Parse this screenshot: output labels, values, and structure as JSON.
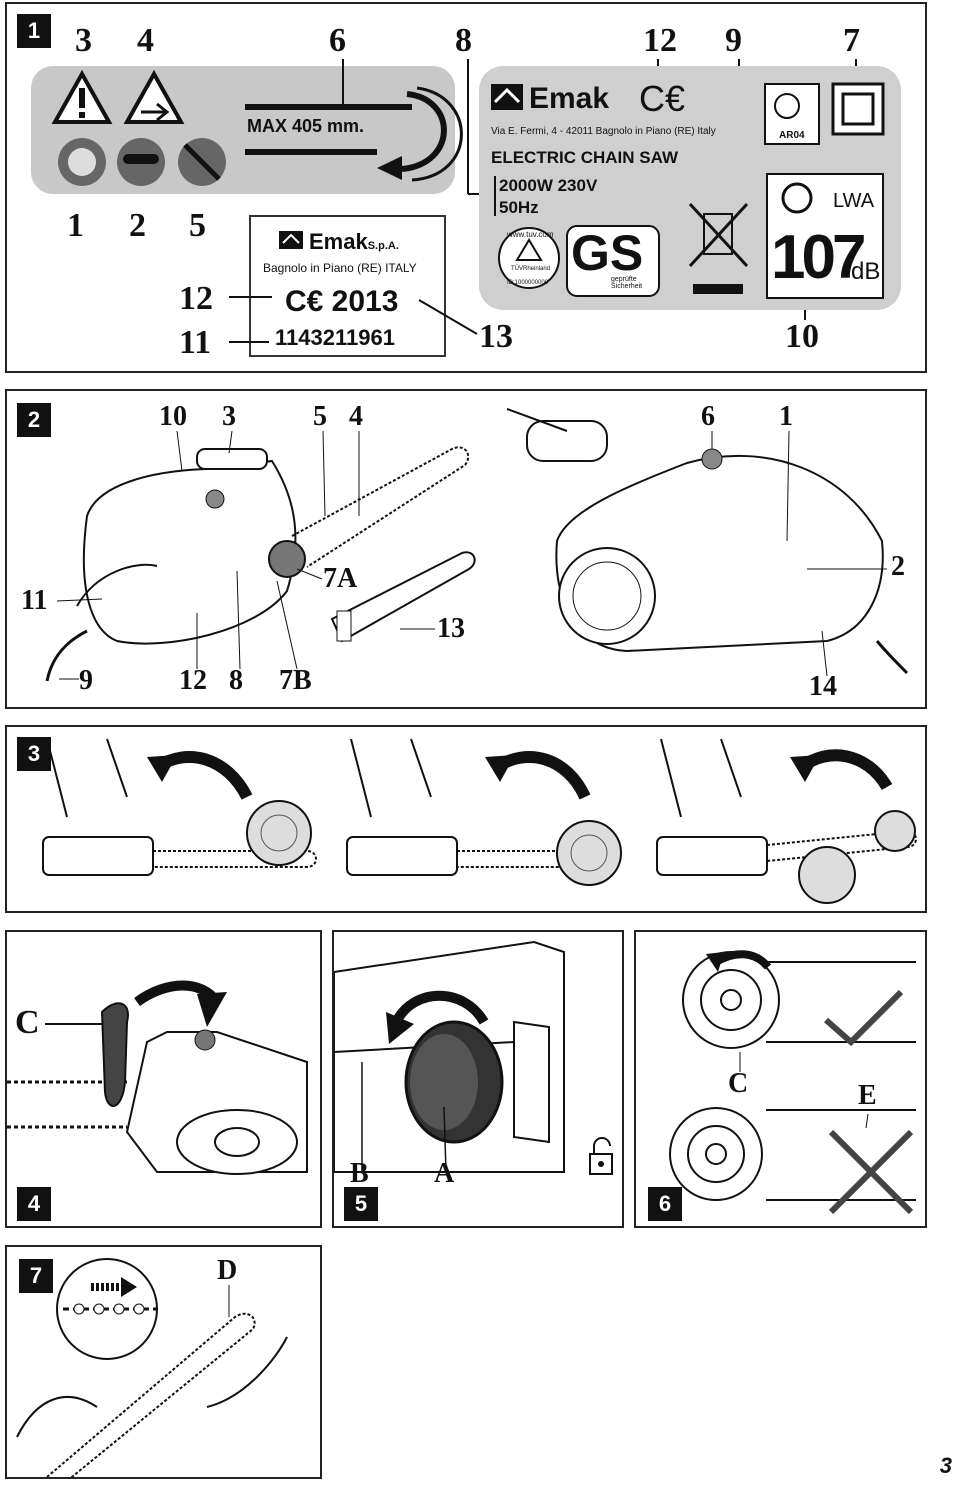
{
  "page_number": "3",
  "fig1": {
    "badge": "1",
    "callouts_top": [
      "3",
      "4",
      "6",
      "8",
      "12",
      "9",
      "7"
    ],
    "callouts_bottom_left": [
      "1",
      "2",
      "5"
    ],
    "callouts_mid": [
      "12",
      "11",
      "13",
      "10"
    ],
    "max_bar": "MAX  405 mm.",
    "small_label": {
      "brand": "Emak",
      "brand_suffix": "S.p.A.",
      "address": "Bagnolo in Piano (RE) ITALY",
      "ce_year": "C€ 2013",
      "serial": "1143211961"
    },
    "rating_label": {
      "brand": "Emak",
      "ce": "C€",
      "address": "Via E. Fermi, 4 - 42011 Bagnolo in Piano (RE) Italy",
      "product": "ELECTRIC CHAIN SAW",
      "power": "2000W  230V",
      "freq": "50Hz",
      "tuv_url": "www.tuv.com",
      "tuv_name": "TÜVRheinland",
      "tuv_id": "ID:1000000000",
      "gs": "GS",
      "gs_note": "geprüfte Sicherheit",
      "pct_code": "AR04",
      "lwa": "LWA",
      "db_value": "107",
      "db_unit": "dB"
    }
  },
  "fig2": {
    "badge": "2",
    "callouts": [
      "10",
      "3",
      "5",
      "4",
      "11",
      "7A",
      "13",
      "9",
      "12",
      "8",
      "7B",
      "6",
      "1",
      "2",
      "14"
    ]
  },
  "fig3": {
    "badge": "3"
  },
  "fig4": {
    "badge": "4",
    "callouts": [
      "C"
    ]
  },
  "fig5": {
    "badge": "5",
    "callouts": [
      "B",
      "A"
    ]
  },
  "fig6": {
    "badge": "6",
    "callouts": [
      "C",
      "E"
    ]
  },
  "fig7": {
    "badge": "7",
    "callouts": [
      "D"
    ]
  }
}
